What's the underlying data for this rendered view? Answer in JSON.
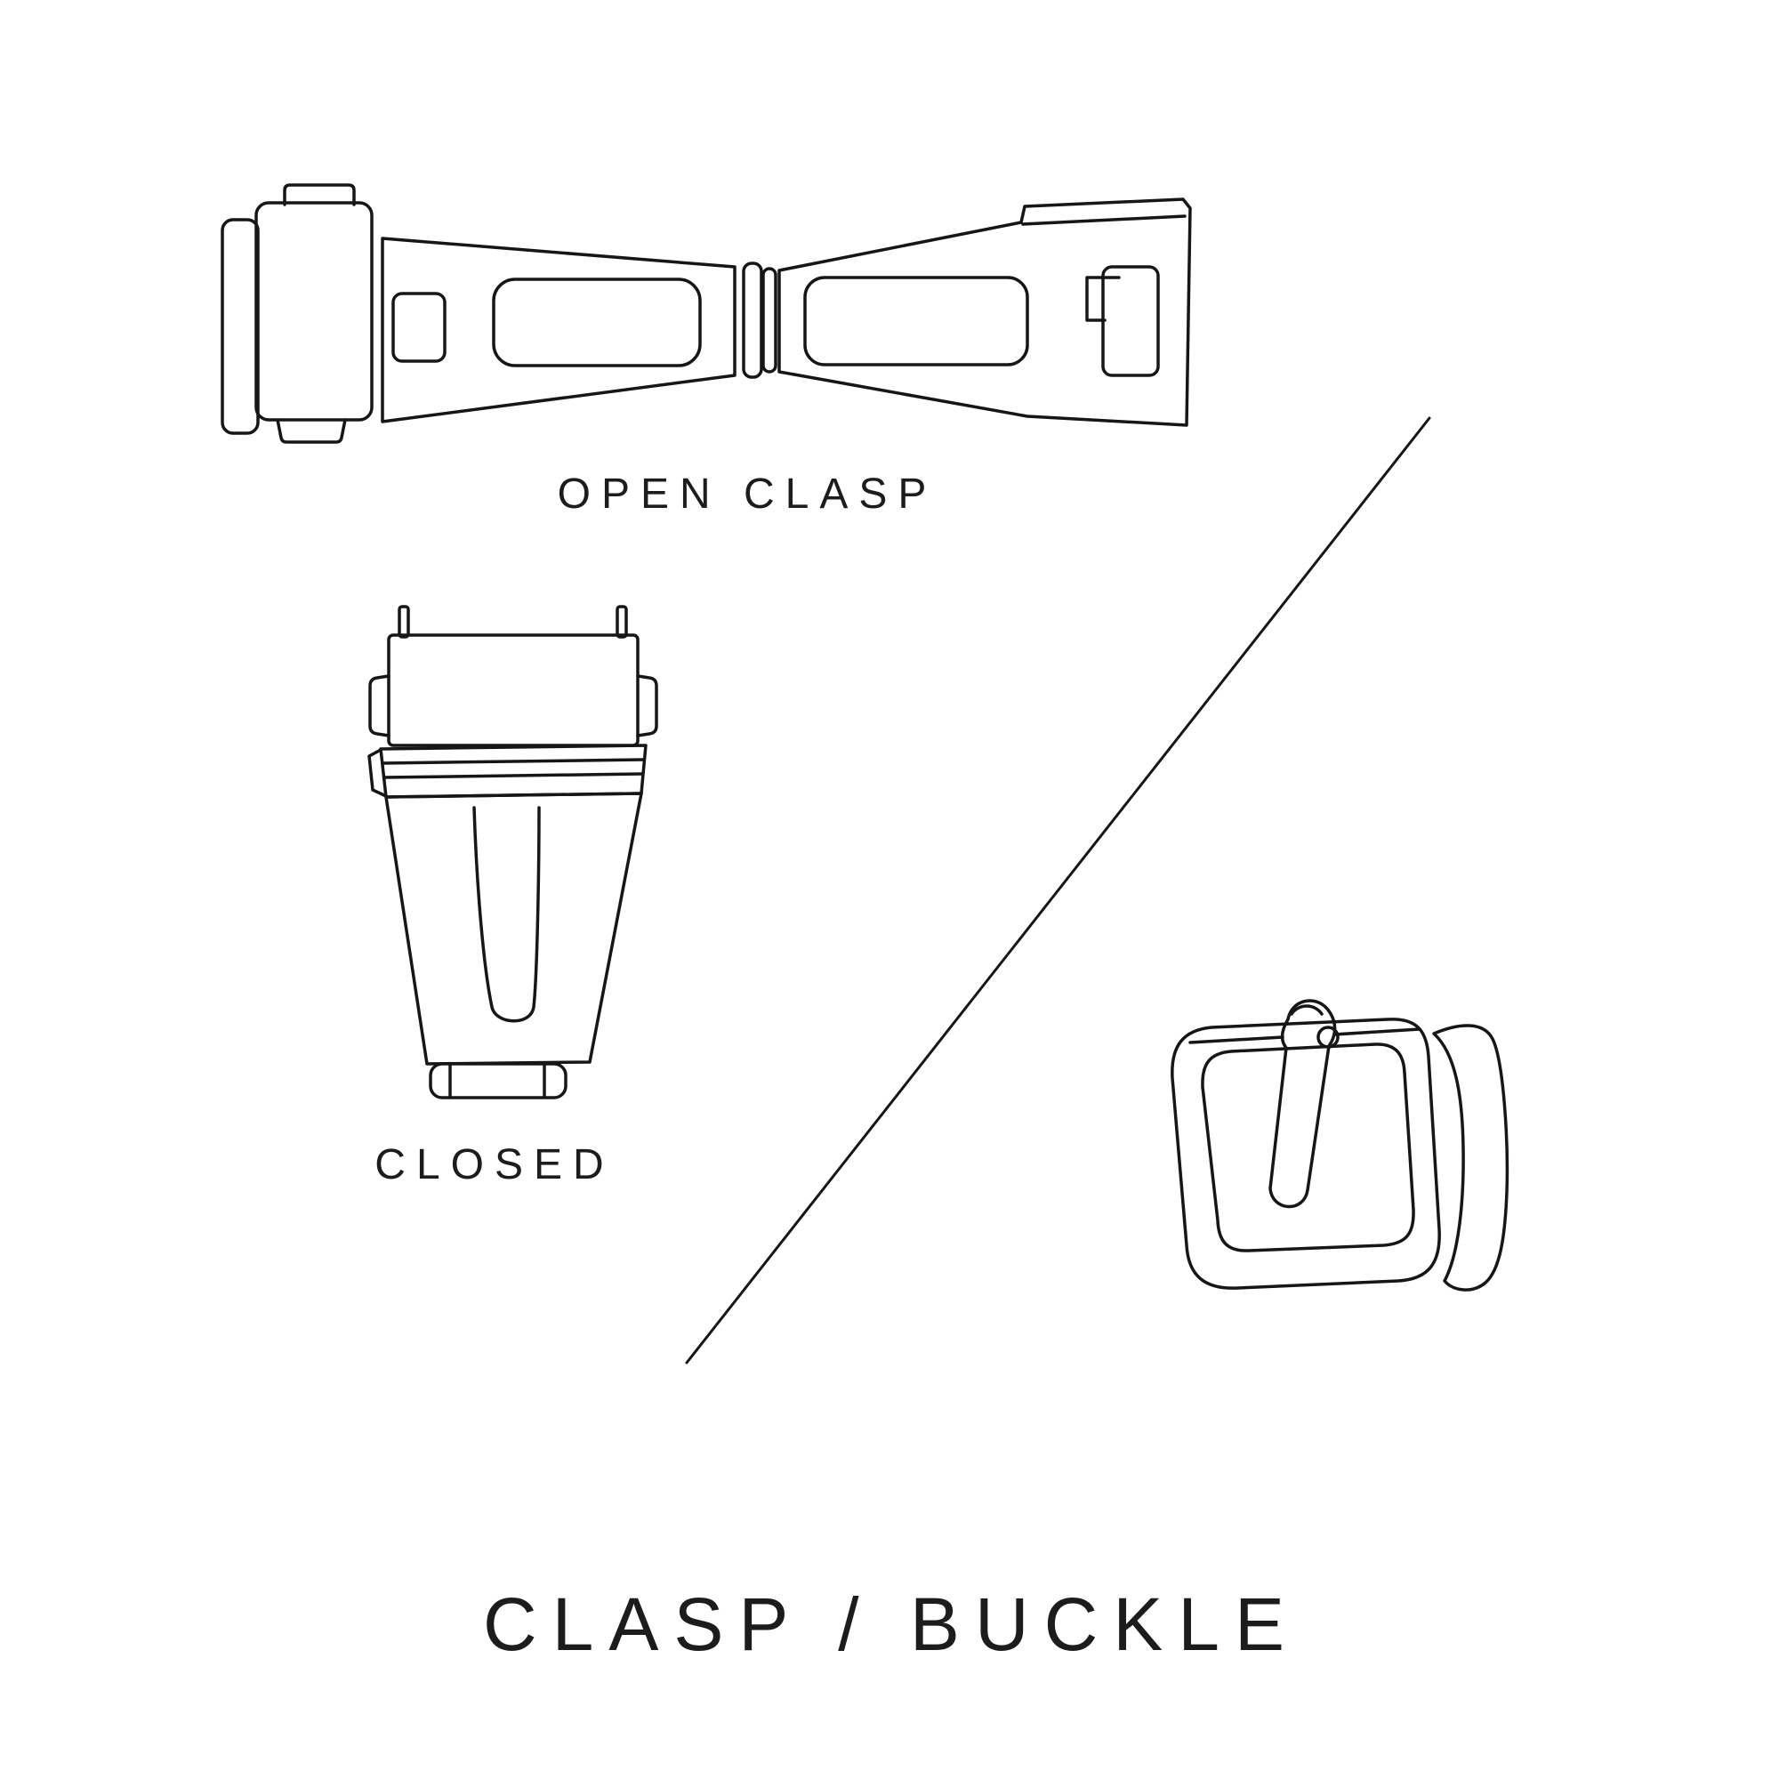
{
  "page": {
    "background_color": "#ffffff",
    "line_color": "#161616",
    "text_color": "#1c1c1c"
  },
  "labels": {
    "open_clasp": "OPEN CLASP",
    "closed": "CLOSED",
    "title": "CLASP / BUCKLE"
  },
  "illustrations": {
    "top": "open-clasp-illustration",
    "middle_left": "closed-clasp-illustration",
    "bottom_right": "buckle-illustration",
    "separator": "diagonal-divider-line"
  }
}
